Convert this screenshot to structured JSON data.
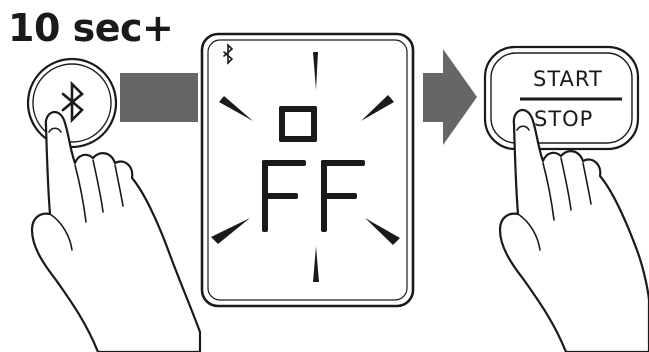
{
  "instruction": {
    "hold_time": "10 sec+"
  },
  "display": {
    "bluetooth_indicator": "bluetooth-icon",
    "readout": [
      "o",
      "FF"
    ]
  },
  "start_stop_button": {
    "top_label": "START",
    "bottom_label": "STOP"
  },
  "colors": {
    "outline": "#1a1a1a",
    "step_arrow": "#666666",
    "background": "#ffffff"
  }
}
